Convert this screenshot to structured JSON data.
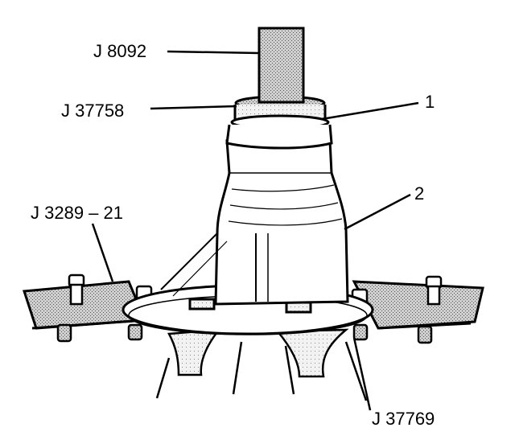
{
  "callouts": {
    "driver_handle": "J 8092",
    "installer": "J 37758",
    "seal": "1",
    "hub": "2",
    "holding_fixture": "J 3289 – 21",
    "support_plate": "J 37769"
  },
  "colors": {
    "ink": "#000000",
    "paper": "#ffffff",
    "shade_dark": "#8a8a8a",
    "shade_light": "#d2d2d2"
  }
}
